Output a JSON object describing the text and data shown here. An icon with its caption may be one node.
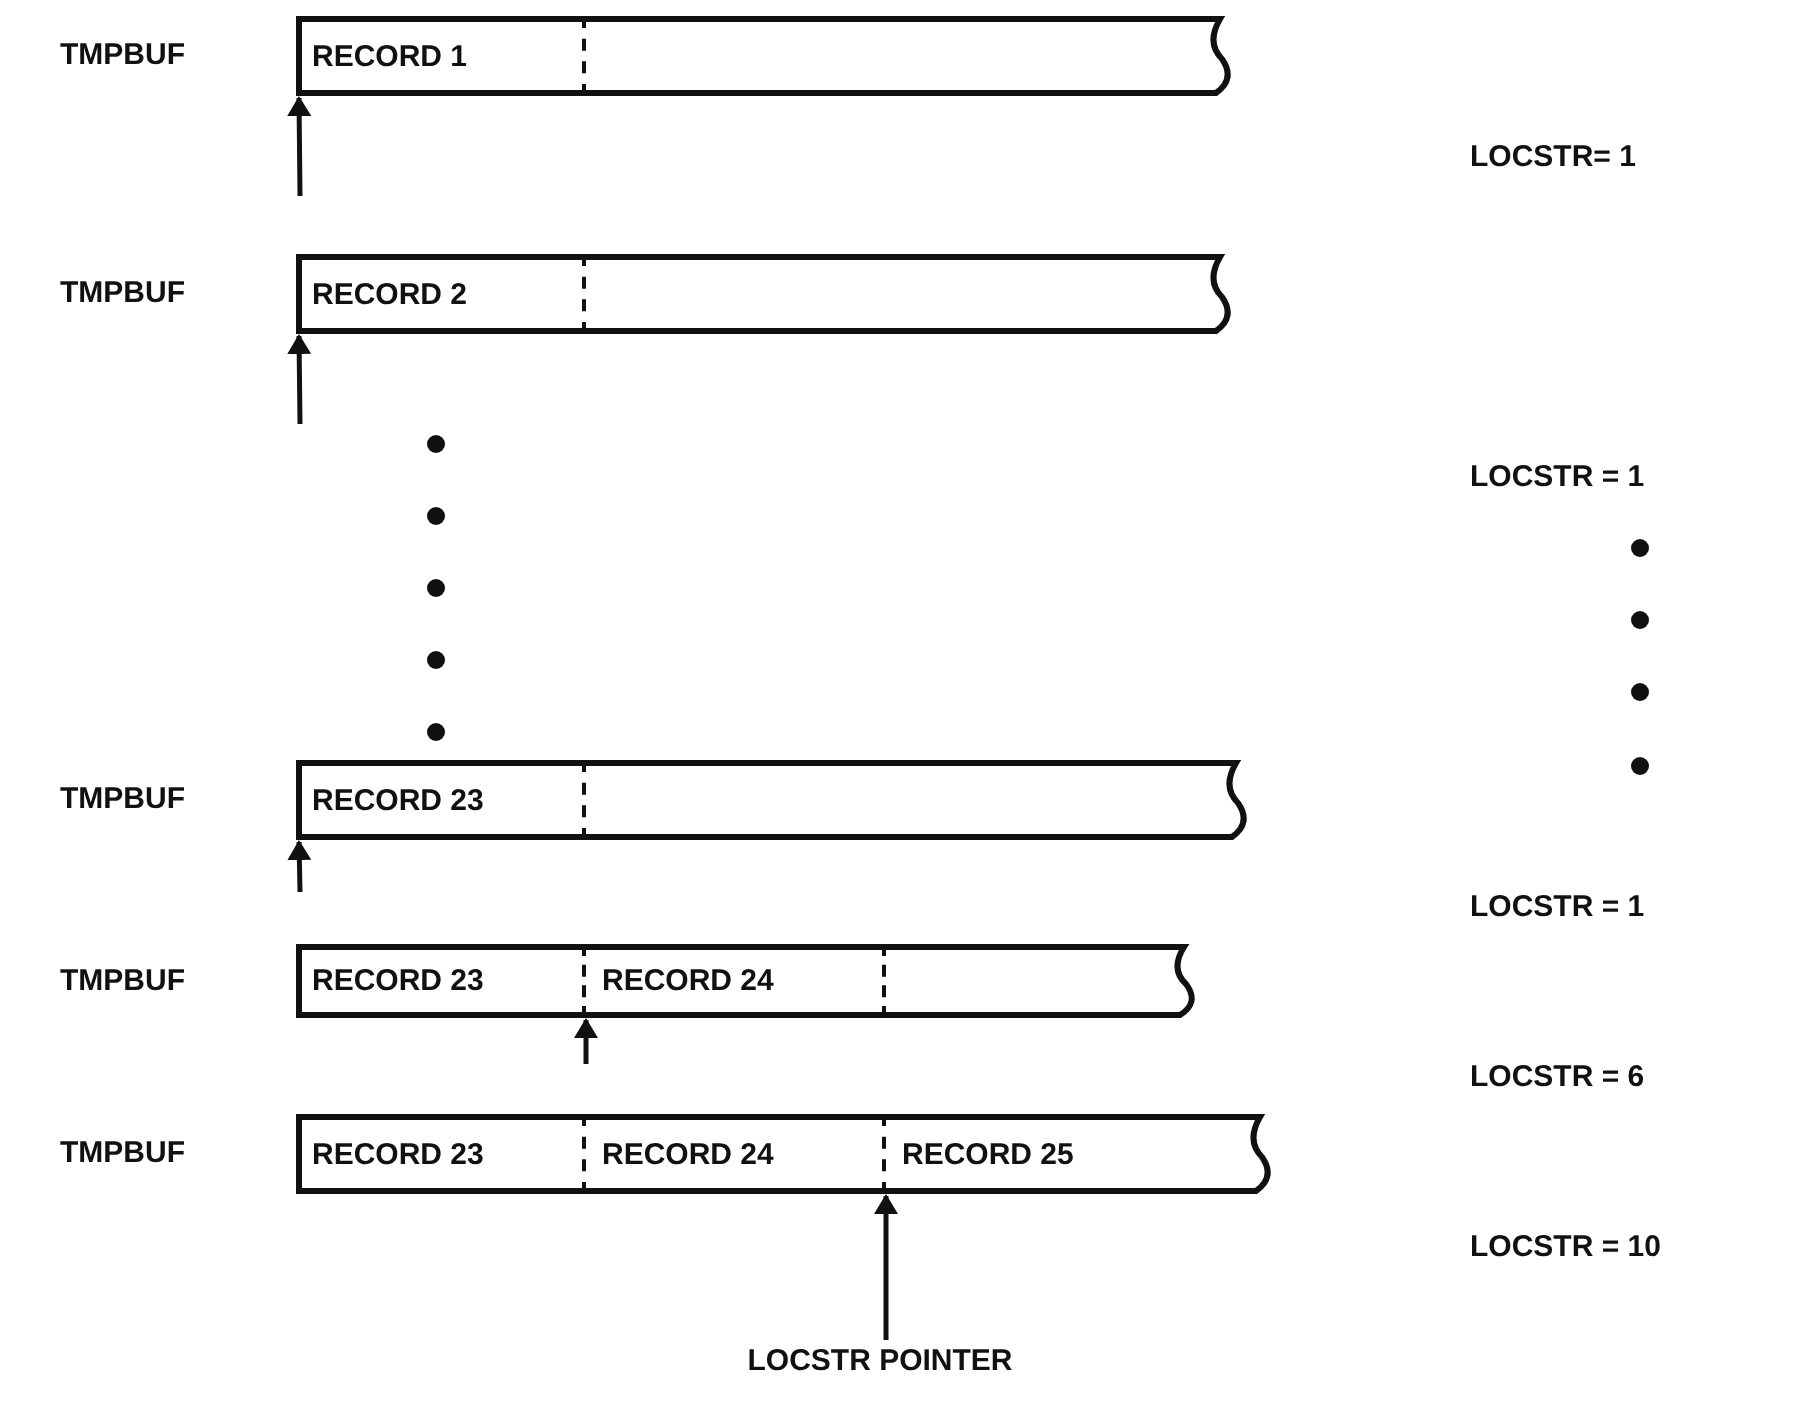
{
  "diagram": {
    "nodes": [
      {
        "text": [],
        "shape": "bar",
        "beside": [
          "TMPBUF"
        ]
      },
      {
        "text": [
          "RECORD 1"
        ],
        "in": 0
      },
      {
        "text": [],
        "shape": "bar",
        "beside": [
          "TMPBUF"
        ]
      },
      {
        "text": [
          "RECORD 2"
        ],
        "in": 2
      },
      {
        "text": [],
        "shape": "bar",
        "beside": [
          "TMPBUF"
        ]
      },
      {
        "text": [
          "RECORD 23"
        ],
        "in": 4
      },
      {
        "text": [],
        "shape": "bar",
        "beside": [
          "TMPBUF"
        ]
      },
      {
        "text": [
          "RECORD 23"
        ],
        "in": 6
      },
      {
        "text": [
          "RECORD 24"
        ],
        "in": 6
      },
      {
        "text": [],
        "shape": "bar",
        "beside": [
          "TMPBUF"
        ]
      },
      {
        "text": [
          "RECORD 23"
        ],
        "in": 9
      },
      {
        "text": [
          "RECORD 24"
        ],
        "in": 9
      },
      {
        "text": [
          "RECORD 25"
        ],
        "in": 9
      },
      {
        "text": [
          "LOCSTR POINTER"
        ]
      }
    ],
    "edges": [
      {
        "from": null,
        "to": 1,
        "arrow": "to"
      },
      {
        "from": null,
        "to": 3,
        "arrow": "to"
      },
      {
        "from": null,
        "to": 5,
        "arrow": "to"
      },
      {
        "from": null,
        "to": 8,
        "arrow": "to"
      },
      {
        "from": 13,
        "to": 12,
        "arrow": "to"
      }
    ],
    "labels": [
      "LOCSTR= 1",
      "LOCSTR = 1",
      "LOCSTR = 1",
      "LOCSTR = 6",
      "LOCSTR = 10"
    ]
  }
}
